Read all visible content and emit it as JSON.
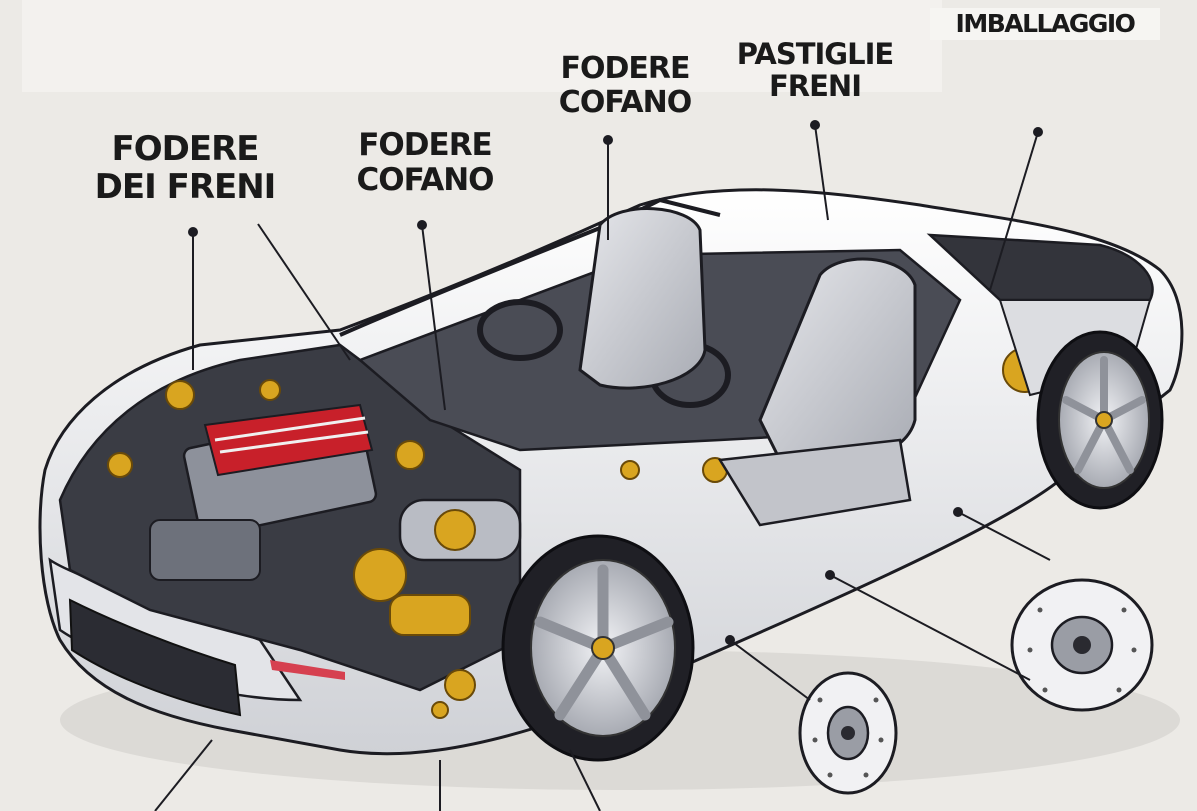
{
  "labels": {
    "imballaggio": "IMBALLAGGIO",
    "pastiglie_freni": [
      "PASTIGLIE",
      "FRENI"
    ],
    "fodere_cofano_top": [
      "FODERE",
      "COFANO"
    ],
    "fodere_dei_freni": [
      "FODERE",
      "DEI FRENI"
    ],
    "fodere_cofano_left": [
      "FODERE",
      "COFANO"
    ]
  },
  "colors": {
    "background": "#eceae6",
    "car_body": "#f4f4f6",
    "outline": "#1c1c22",
    "engine_red": "#c8202a",
    "gold": "#d9a520",
    "tire": "#202026",
    "rim": "#c9ccd4",
    "seat": "#d4d6dc"
  }
}
